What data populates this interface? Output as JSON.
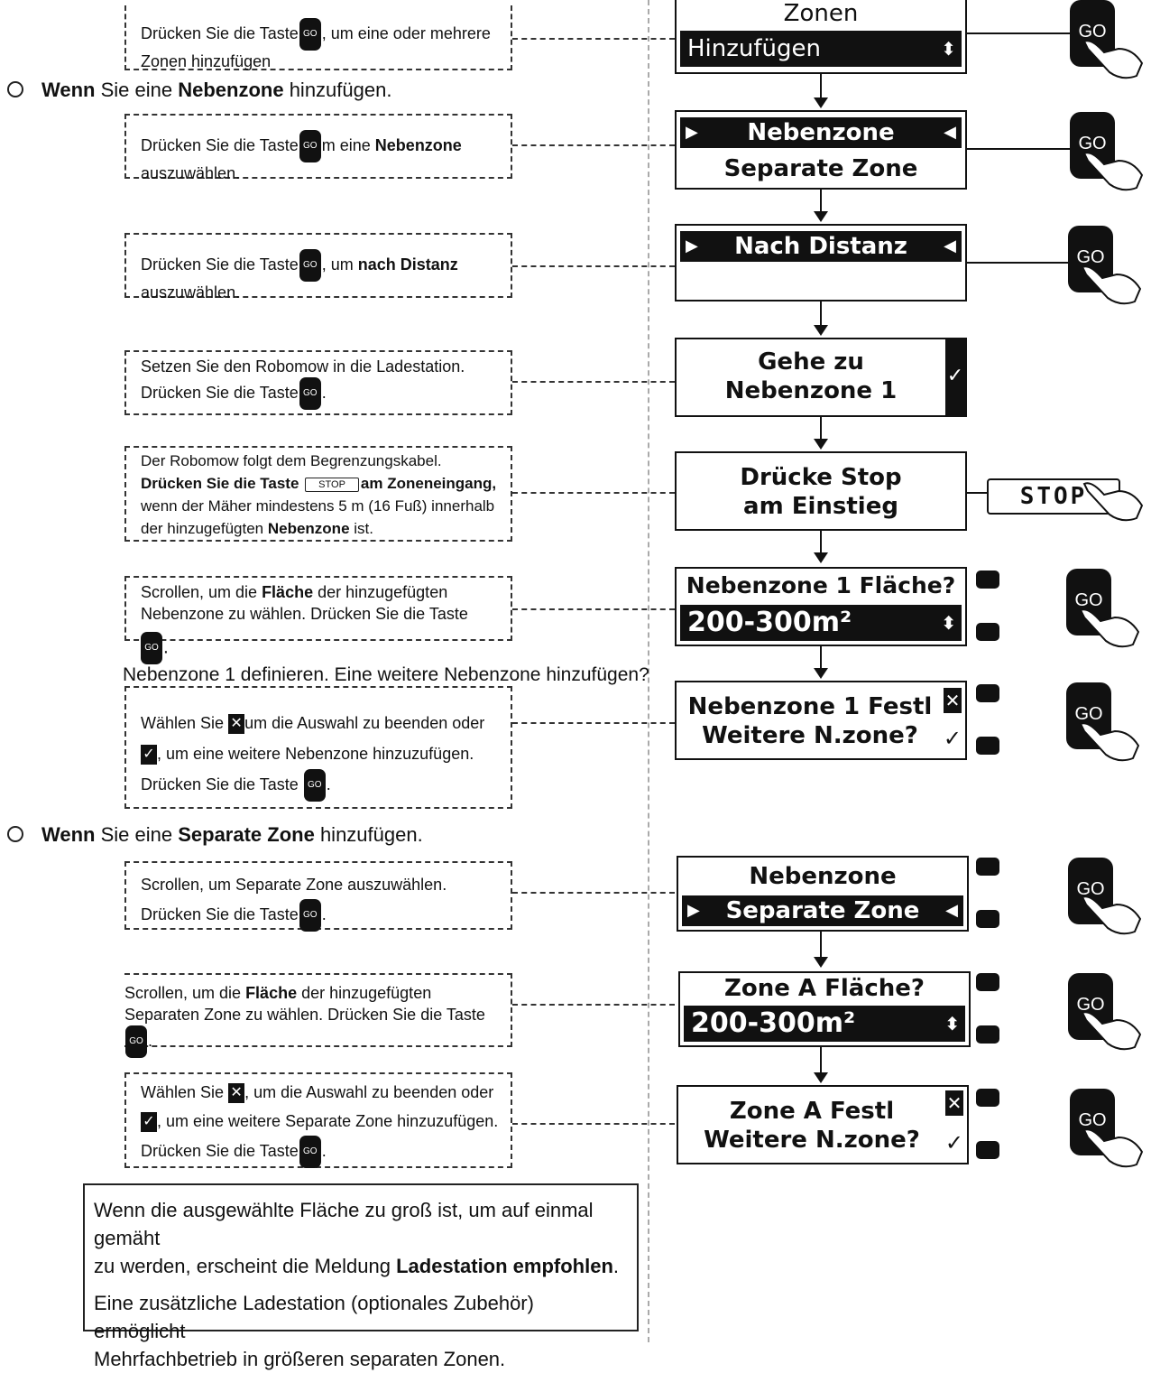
{
  "go_key": "GO",
  "stop_key": "STOP",
  "x_icon": "✕",
  "check_icon": "✓",
  "bullets": {
    "nebenzone": [
      "Wenn",
      " Sie eine ",
      "Nebenzone",
      " hinzufügen."
    ],
    "separate": [
      "Wenn",
      " Sie eine ",
      "Separate Zone",
      " hinzufügen."
    ]
  },
  "instructions": {
    "i1": [
      "Drücken Sie die Taste",
      ", um eine oder mehrere",
      "Zonen hinzufügen"
    ],
    "i2": [
      "Drücken Sie die Taste",
      "m eine ",
      "Nebenzone",
      "auszuwählen."
    ],
    "i3": [
      "Drücken Sie die Taste",
      ", um ",
      "nach Distanz",
      "auszuwählen."
    ],
    "i4": [
      "Setzen Sie den Robomow in die Ladestation.",
      "Drücken Sie die Taste",
      "."
    ],
    "i5": [
      "Der Robomow folgt dem Begrenzungskabel.",
      "Drücken Sie die Taste ",
      "am Zoneneingang,",
      "wenn der Mäher mindestens 5 m (16 Fuß) innerhalb",
      "der hinzugefügten ",
      "Nebenzone",
      " ist."
    ],
    "i6": [
      "Scrollen, um die ",
      "Fläche",
      " der hinzugefügten",
      "Nebenzone zu wählen. Drücken Sie die Taste",
      "."
    ],
    "i6_after": "Nebenzone 1 definieren. Eine weitere Nebenzone hinzufügen?",
    "i7": [
      "Wählen Sie ",
      "um die Auswahl zu beenden oder",
      ", um eine weitere Nebenzone hinzuzufügen.",
      "Drücken Sie die Taste ",
      "."
    ],
    "i8": [
      "Scrollen, um Separate Zone auszuwählen.",
      "Drücken Sie die Taste",
      "."
    ],
    "i9": [
      "Scrollen, um die ",
      "Fläche",
      " der hinzugefügten",
      "Separaten Zone zu wählen. Drücken Sie die Taste",
      "."
    ],
    "i10": [
      "Wählen Sie ",
      ", um die Auswahl zu beenden oder",
      ", um eine weitere Separate Zone hinzuzufügen.",
      "Drücken Sie die Taste",
      "."
    ]
  },
  "screens": {
    "s1": [
      "Zonen",
      "Hinzufügen"
    ],
    "s2": [
      "Nebenzone",
      "Separate Zone"
    ],
    "s3": [
      "Nach Distanz"
    ],
    "s4": [
      "Gehe zu",
      "Nebenzone 1"
    ],
    "s5": [
      "Drücke Stop",
      "am Einstieg"
    ],
    "s6": [
      "Nebenzone 1 Fläche?",
      "200-300m²"
    ],
    "s7": [
      "Nebenzone 1 Festl",
      "Weitere N.zone?"
    ],
    "s8": [
      "Nebenzone",
      "Separate Zone"
    ],
    "s9": [
      "Zone A Fläche?",
      "200-300m²"
    ],
    "s10": [
      "Zone A Festl",
      "Weitere N.zone?"
    ]
  },
  "note": {
    "p1": [
      "Wenn die ausgewählte Fläche zu groß ist, um auf einmal gemäht",
      "zu werden, erscheint die Meldung ",
      "Ladestation empfohlen",
      "."
    ],
    "p2": [
      "Eine zusätzliche Ladestation (optionales Zubehör) ermöglicht",
      "Mehrfachbetrieb in größeren separaten Zonen."
    ]
  }
}
